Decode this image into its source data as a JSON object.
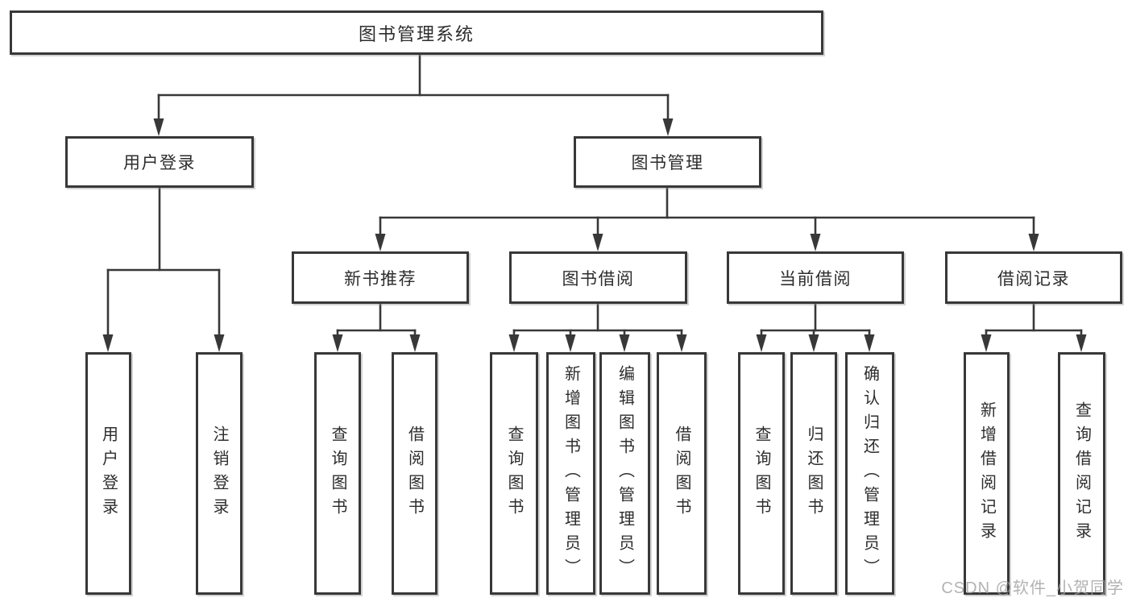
{
  "tree": {
    "label": "图书管理系统",
    "children": [
      {
        "label": "用户登录",
        "children": [
          {
            "label": "用户登录"
          },
          {
            "label": "注销登录"
          }
        ]
      },
      {
        "label": "图书管理",
        "children": [
          {
            "label": "新书推荐",
            "children": [
              {
                "label": "查询图书"
              },
              {
                "label": "借阅图书"
              }
            ]
          },
          {
            "label": "图书借阅",
            "children": [
              {
                "label": "查询图书"
              },
              {
                "label": "新增图书（管理员）"
              },
              {
                "label": "编辑图书（管理员）"
              },
              {
                "label": "借阅图书"
              }
            ]
          },
          {
            "label": "当前借阅",
            "children": [
              {
                "label": "查询图书"
              },
              {
                "label": "归还图书"
              },
              {
                "label": "确认归还（管理员）"
              }
            ]
          },
          {
            "label": "借阅记录",
            "children": [
              {
                "label": "新增借阅记录"
              },
              {
                "label": "查询借阅记录"
              }
            ]
          }
        ]
      }
    ]
  },
  "watermark": {
    "text": "CSDN @软件_小贺同学"
  },
  "colors": {
    "line": "#383838",
    "text": "#2d2d2d",
    "watermark": "#9f9f9f",
    "background": "#ffffff"
  }
}
